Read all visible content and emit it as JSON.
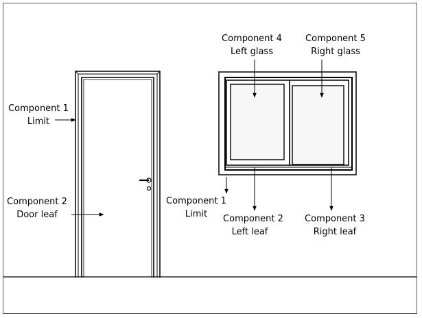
{
  "labels": {
    "door_limit": {
      "line1": "Component 1",
      "line2": "Limit"
    },
    "door_leaf": {
      "line1": "Component 2",
      "line2": "Door leaf"
    },
    "window_left_glass": {
      "line1": "Component 4",
      "line2": "Left glass"
    },
    "window_right_glass": {
      "line1": "Component 5",
      "line2": "Right glass"
    },
    "window_limit": {
      "line1": "Component 1",
      "line2": "Limit"
    },
    "window_left_leaf": {
      "line1": "Component 2",
      "line2": "Left leaf"
    },
    "window_right_leaf": {
      "line1": "Component 3",
      "line2": "Right leaf"
    }
  }
}
